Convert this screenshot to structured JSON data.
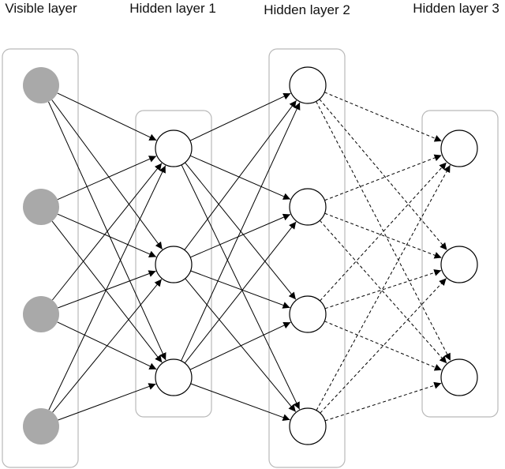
{
  "layers": [
    {
      "title": "Visible layer",
      "node_count": 4,
      "node_style": "filled-gray"
    },
    {
      "title": "Hidden layer 1",
      "node_count": 3,
      "node_style": "outline"
    },
    {
      "title": "Hidden layer 2",
      "node_count": 4,
      "node_style": "outline"
    },
    {
      "title": "Hidden layer 3",
      "node_count": 3,
      "node_style": "outline"
    }
  ],
  "connections": [
    {
      "from_layer": 0,
      "to_layer": 1,
      "style": "solid",
      "arrow": "forward"
    },
    {
      "from_layer": 1,
      "to_layer": 2,
      "style": "solid",
      "arrow": "forward"
    },
    {
      "from_layer": 2,
      "to_layer": 3,
      "style": "dashed",
      "arrow": "forward"
    }
  ],
  "colors": {
    "visible_node_fill": "#a9a9a9",
    "hidden_node_fill": "#ffffff",
    "edge": "#000000",
    "layer_box": "#b9b9b9"
  }
}
